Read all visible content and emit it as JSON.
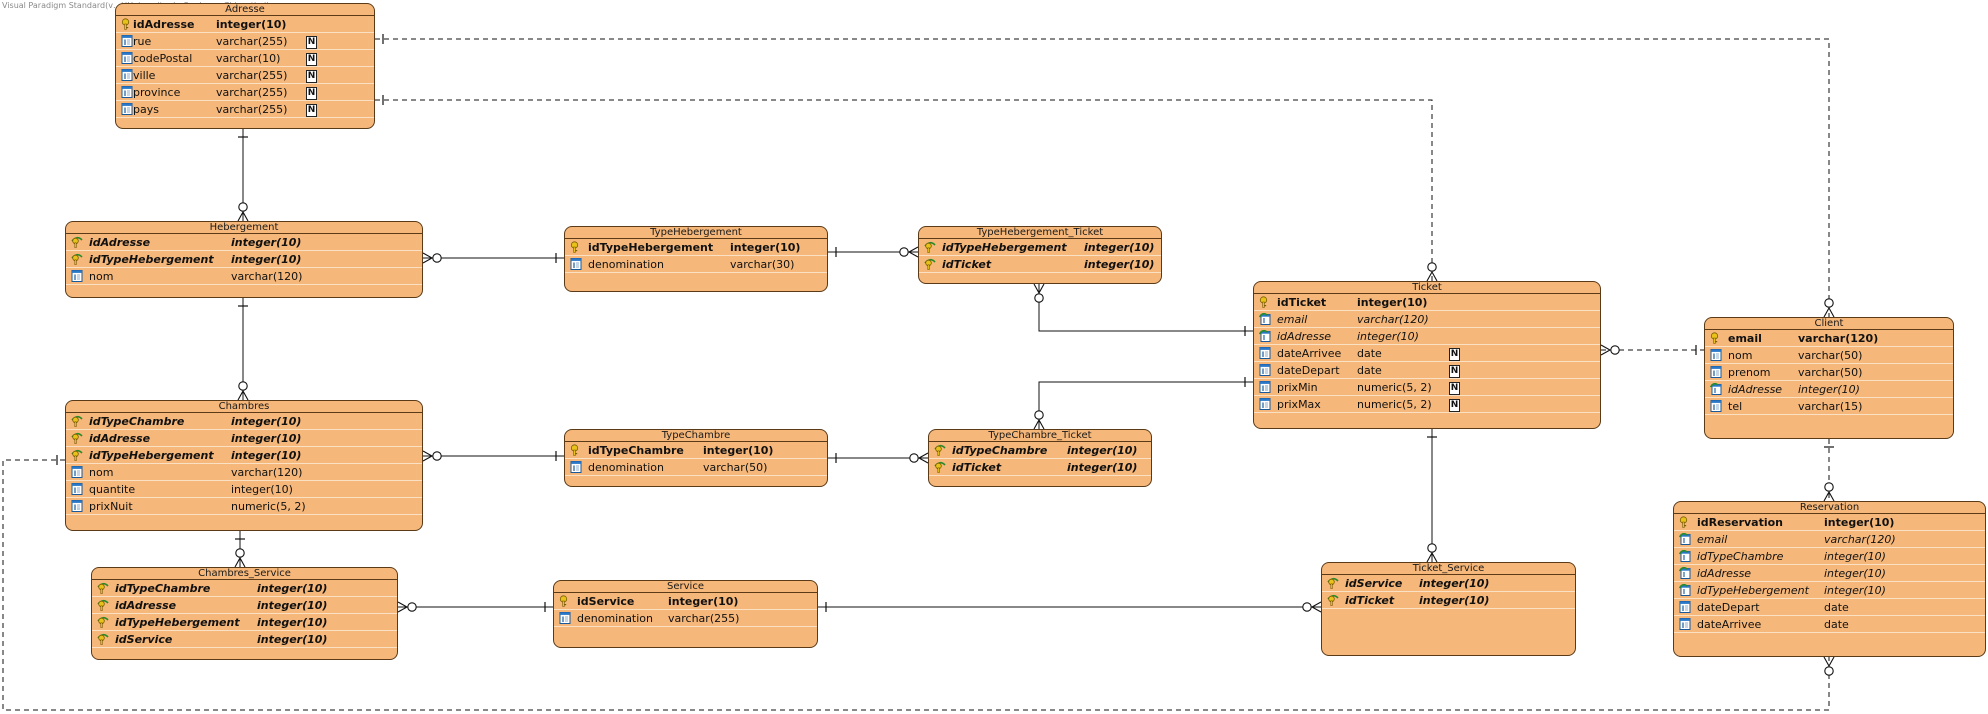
{
  "watermark": "Visual Paradigm Standard(v…)(Universite du Quebec a Chicoutimi)",
  "entities": {
    "adresse": {
      "title": "Adresse",
      "attrs": [
        {
          "name": "idAdresse",
          "type": "integer(10)",
          "kind": "pk",
          "null": false
        },
        {
          "name": "rue",
          "type": "varchar(255)",
          "kind": "col",
          "null": true
        },
        {
          "name": "codePostal",
          "type": "varchar(10)",
          "kind": "col",
          "null": true
        },
        {
          "name": "ville",
          "type": "varchar(255)",
          "kind": "col",
          "null": true
        },
        {
          "name": "province",
          "type": "varchar(255)",
          "kind": "col",
          "null": true
        },
        {
          "name": "pays",
          "type": "varchar(255)",
          "kind": "col",
          "null": true
        }
      ]
    },
    "hebergement": {
      "title": "Hebergement",
      "attrs": [
        {
          "name": "idAdresse",
          "type": "integer(10)",
          "kind": "pkfk",
          "null": false
        },
        {
          "name": "idTypeHebergement",
          "type": "integer(10)",
          "kind": "pkfk",
          "null": false
        },
        {
          "name": "nom",
          "type": "varchar(120)",
          "kind": "col",
          "null": false
        }
      ]
    },
    "typehebergement": {
      "title": "TypeHebergement",
      "attrs": [
        {
          "name": "idTypeHebergement",
          "type": "integer(10)",
          "kind": "pk",
          "null": false
        },
        {
          "name": "denomination",
          "type": "varchar(30)",
          "kind": "col",
          "null": false
        }
      ]
    },
    "typehebergement_ticket": {
      "title": "TypeHebergement_Ticket",
      "attrs": [
        {
          "name": "idTypeHebergement",
          "type": "integer(10)",
          "kind": "pkfk",
          "null": false
        },
        {
          "name": "idTicket",
          "type": "integer(10)",
          "kind": "pkfk",
          "null": false
        }
      ]
    },
    "ticket": {
      "title": "Ticket",
      "attrs": [
        {
          "name": "idTicket",
          "type": "integer(10)",
          "kind": "pk",
          "null": false
        },
        {
          "name": "email",
          "type": "varchar(120)",
          "kind": "fk",
          "null": false
        },
        {
          "name": "idAdresse",
          "type": "integer(10)",
          "kind": "fk",
          "null": false
        },
        {
          "name": "dateArrivee",
          "type": "date",
          "kind": "col",
          "null": true
        },
        {
          "name": "dateDepart",
          "type": "date",
          "kind": "col",
          "null": true
        },
        {
          "name": "prixMin",
          "type": "numeric(5, 2)",
          "kind": "col",
          "null": true
        },
        {
          "name": "prixMax",
          "type": "numeric(5, 2)",
          "kind": "col",
          "null": true
        }
      ]
    },
    "client": {
      "title": "Client",
      "attrs": [
        {
          "name": "email",
          "type": "varchar(120)",
          "kind": "pk",
          "null": false
        },
        {
          "name": "nom",
          "type": "varchar(50)",
          "kind": "col",
          "null": false
        },
        {
          "name": "prenom",
          "type": "varchar(50)",
          "kind": "col",
          "null": false
        },
        {
          "name": "idAdresse",
          "type": "integer(10)",
          "kind": "fk",
          "null": false
        },
        {
          "name": "tel",
          "type": "varchar(15)",
          "kind": "col",
          "null": false
        }
      ]
    },
    "chambres": {
      "title": "Chambres",
      "attrs": [
        {
          "name": "idTypeChambre",
          "type": "integer(10)",
          "kind": "pkfk",
          "null": false
        },
        {
          "name": "idAdresse",
          "type": "integer(10)",
          "kind": "pkfk",
          "null": false
        },
        {
          "name": "idTypeHebergement",
          "type": "integer(10)",
          "kind": "pkfk",
          "null": false
        },
        {
          "name": "nom",
          "type": "varchar(120)",
          "kind": "col",
          "null": false
        },
        {
          "name": "quantite",
          "type": "integer(10)",
          "kind": "col",
          "null": false
        },
        {
          "name": "prixNuit",
          "type": "numeric(5, 2)",
          "kind": "col",
          "null": false
        }
      ]
    },
    "typechambre": {
      "title": "TypeChambre",
      "attrs": [
        {
          "name": "idTypeChambre",
          "type": "integer(10)",
          "kind": "pk",
          "null": false
        },
        {
          "name": "denomination",
          "type": "varchar(50)",
          "kind": "col",
          "null": false
        }
      ]
    },
    "typechambre_ticket": {
      "title": "TypeChambre_Ticket",
      "attrs": [
        {
          "name": "idTypeChambre",
          "type": "integer(10)",
          "kind": "pkfk",
          "null": false
        },
        {
          "name": "idTicket",
          "type": "integer(10)",
          "kind": "pkfk",
          "null": false
        }
      ]
    },
    "chambres_service": {
      "title": "Chambres_Service",
      "attrs": [
        {
          "name": "idTypeChambre",
          "type": "integer(10)",
          "kind": "pkfk",
          "null": false
        },
        {
          "name": "idAdresse",
          "type": "integer(10)",
          "kind": "pkfk",
          "null": false
        },
        {
          "name": "idTypeHebergement",
          "type": "integer(10)",
          "kind": "pkfk",
          "null": false
        },
        {
          "name": "idService",
          "type": "integer(10)",
          "kind": "pkfk",
          "null": false
        }
      ]
    },
    "service": {
      "title": "Service",
      "attrs": [
        {
          "name": "idService",
          "type": "integer(10)",
          "kind": "pk",
          "null": false
        },
        {
          "name": "denomination",
          "type": "varchar(255)",
          "kind": "col",
          "null": false
        }
      ]
    },
    "ticket_service": {
      "title": "Ticket_Service",
      "attrs": [
        {
          "name": "idService",
          "type": "integer(10)",
          "kind": "pkfk",
          "null": false
        },
        {
          "name": "idTicket",
          "type": "integer(10)",
          "kind": "pkfk",
          "null": false
        }
      ]
    },
    "reservation": {
      "title": "Reservation",
      "attrs": [
        {
          "name": "idReservation",
          "type": "integer(10)",
          "kind": "pk",
          "null": false
        },
        {
          "name": "email",
          "type": "varchar(120)",
          "kind": "fk",
          "null": false
        },
        {
          "name": "idTypeChambre",
          "type": "integer(10)",
          "kind": "fk",
          "null": false
        },
        {
          "name": "idAdresse",
          "type": "integer(10)",
          "kind": "fk",
          "null": false
        },
        {
          "name": "idTypeHebergement",
          "type": "integer(10)",
          "kind": "fk",
          "null": false
        },
        {
          "name": "dateDepart",
          "type": "date",
          "kind": "col",
          "null": false
        },
        {
          "name": "dateArrivee",
          "type": "date",
          "kind": "col",
          "null": false
        }
      ]
    }
  },
  "null_marker": "N",
  "colors": {
    "entity_fill": "#f5b77a",
    "entity_border": "#5a3a17",
    "line": "#111111"
  }
}
